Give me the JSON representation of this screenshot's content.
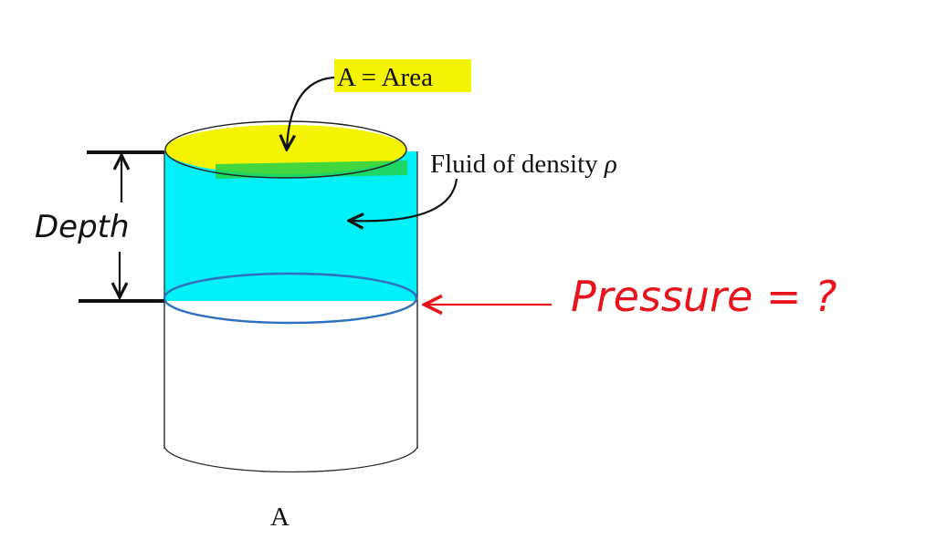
{
  "labels": {
    "area": "A = Area",
    "fluid_prefix": "Fluid of density ",
    "fluid_symbol": "ρ",
    "depth": "Depth",
    "pressure": "Pressure = ?",
    "bottom": "A"
  },
  "colors": {
    "fluid": "#00f0f8",
    "top_surface": "#f4f400",
    "top_shadow": "#22d14a",
    "pressure_ink": "#e8141c",
    "interface_line": "#2f6fbf",
    "ink": "#111111"
  }
}
